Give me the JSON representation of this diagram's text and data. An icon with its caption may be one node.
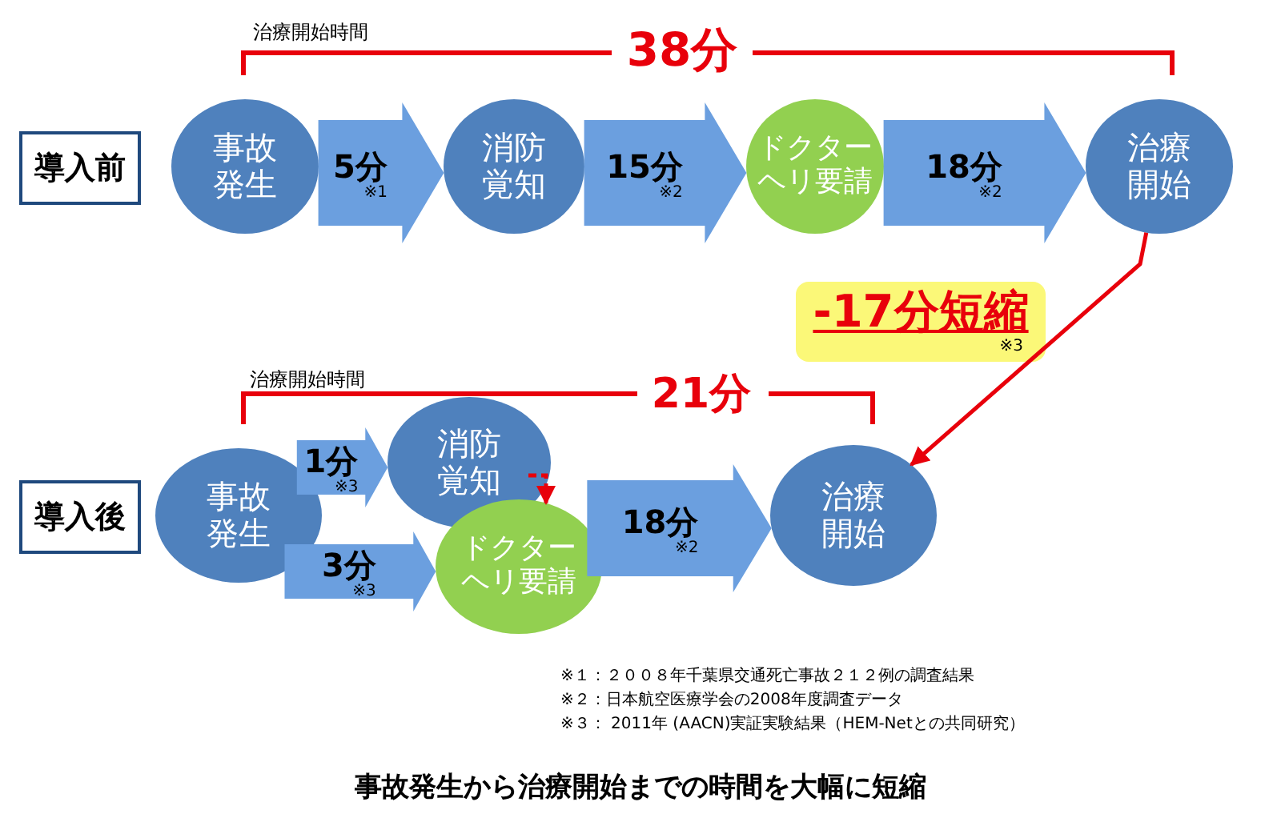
{
  "diagram": {
    "caption": "事故発生から治療開始までの時間を大幅に短縮",
    "nodes": [
      {
        "text": [
          "導入前"
        ]
      },
      {
        "text": [
          "事故発生"
        ]
      },
      {
        "text": [
          "消防覚知"
        ]
      },
      {
        "text": [
          "ドクターヘリ要請"
        ]
      },
      {
        "text": [
          "治療開始"
        ]
      },
      {
        "text": [
          "導入後"
        ]
      },
      {
        "text": [
          "事故発生"
        ]
      },
      {
        "text": [
          "消防覚知"
        ]
      },
      {
        "text": [
          "ドクターヘリ要請"
        ]
      },
      {
        "text": [
          "治療開始"
        ]
      },
      {
        "text": [
          "-17分短縮",
          "※3"
        ]
      }
    ],
    "edges": [
      {
        "from": 1,
        "to": 2,
        "arrow": "to",
        "label": "5分$_{※1}$"
      },
      {
        "from": 2,
        "to": 3,
        "arrow": "to",
        "label": "15分$_{※2}$"
      },
      {
        "from": 3,
        "to": 4,
        "arrow": "to",
        "label": "18分$_{※2}$"
      },
      {
        "from": 4,
        "to": 9,
        "arrow": "to",
        "color": "#e8000b"
      },
      {
        "from": 6,
        "to": 7,
        "arrow": "to",
        "label": "1分$_{※3}$"
      },
      {
        "from": 6,
        "to": 8,
        "arrow": "to",
        "label": "3分$_{※3}$"
      },
      {
        "from": 7,
        "to": 8,
        "arrow": "to",
        "style": "dashed",
        "color": "#e8000b"
      },
      {
        "from": 8,
        "to": 9,
        "arrow": "to",
        "label": "18分$_{※2}$"
      }
    ],
    "labels": [
      "治療開始時間",
      "38分",
      "治療開始時間",
      "21分",
      "※１：２００８年千葉県交通死亡事故２１２例の調査結果",
      "※２：日本航空医療学会の2008年度調査データ",
      "※３： 2011年 (AACN)実証実験結果（HEM-Netとの共同研究）"
    ]
  }
}
